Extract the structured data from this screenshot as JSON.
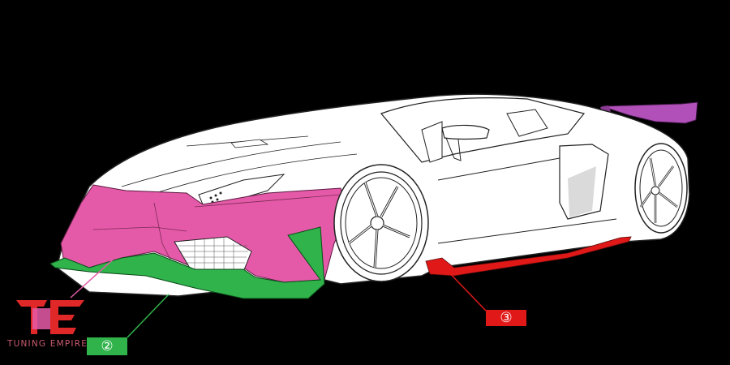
{
  "figure": {
    "subject": "Sports car line drawing with highlighted body kit parts",
    "background_color": "#000000",
    "body_color": "#ffffff",
    "outline_color": "#222222"
  },
  "parts": [
    {
      "id": "1",
      "name": "front-bumper",
      "color": "#e55aa8"
    },
    {
      "id": "2",
      "name": "front-lip-splitter",
      "color": "#2fb34a"
    },
    {
      "id": "3",
      "name": "side-skirt",
      "color": "#e01818"
    },
    {
      "id": "4",
      "name": "rear-wing",
      "color": "#b050b8"
    }
  ],
  "callouts": [
    {
      "label": "②",
      "color": "#2fb34a",
      "part": "front-lip-splitter"
    },
    {
      "label": "③",
      "color": "#e01818",
      "part": "side-skirt"
    }
  ],
  "brand": {
    "logo_text": "TE",
    "name": "TUNING EMPIRE",
    "logo_red": "#e02828",
    "logo_pink": "#e55aa8"
  }
}
